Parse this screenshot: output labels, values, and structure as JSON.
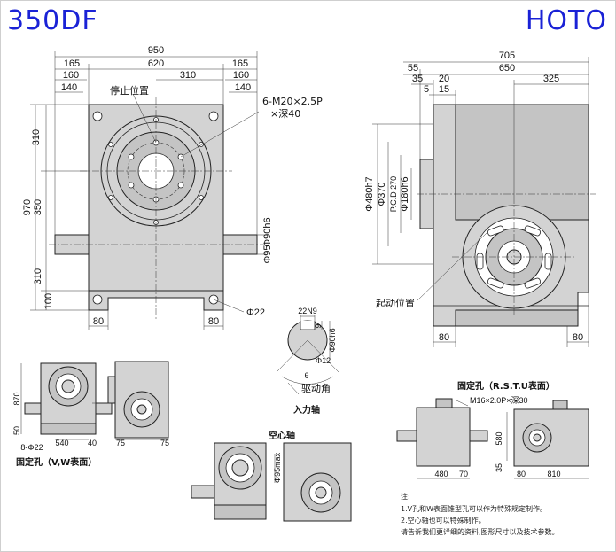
{
  "header": {
    "model": "350DF",
    "brand": "HOTO"
  },
  "front_view": {
    "dims_top": [
      "950",
      "165",
      "620",
      "165",
      "160",
      "310",
      "160",
      "140",
      "140"
    ],
    "dims_left": [
      "310",
      "970",
      "350",
      "310",
      "100"
    ],
    "dims_bottom": [
      "80",
      "80"
    ],
    "labels": {
      "stop_position": "停止位置",
      "tap": "6-M20×2.5P",
      "tap_depth": "×深40",
      "shaft_dia": "Φ90h6",
      "flange_dia": "Φ95",
      "hole_dia": "Φ22"
    }
  },
  "side_view": {
    "dims_top": [
      "705",
      "55",
      "650",
      "35",
      "20",
      "325",
      "5",
      "15"
    ],
    "dims_left": [
      "Φ480h7",
      "Φ370",
      "P.C.D 270",
      "Φ180h6"
    ],
    "dims_bottom": [
      "80",
      "80"
    ],
    "labels": {
      "start_position": "起动位置"
    }
  },
  "input_shaft": {
    "title": "入力轴",
    "dims": [
      "22N9",
      "9",
      "Φ90h6",
      "Φ12",
      "θ"
    ],
    "drive_angle": "驱动角"
  },
  "vw_mount": {
    "title": "固定孔（V,W表面）",
    "dims": [
      "870",
      "50",
      "8-Φ22",
      "540",
      "40",
      "75",
      "75"
    ]
  },
  "hollow_shaft": {
    "title": "空心轴",
    "dims": [
      "Φ95max"
    ]
  },
  "rstu_mount": {
    "title": "固定孔（R.S.T.U表面）",
    "dims": [
      "M16×2.0P×深30",
      "580",
      "35",
      "480",
      "70",
      "80",
      "810"
    ]
  },
  "notes": {
    "title": "注:",
    "lines": [
      "1.V孔和W表面锥型孔可以作为特殊规定制作。",
      "2.空心轴也可以特殊制作。",
      "请告诉我们更详细的资料,图形尺寸以及技术参数。"
    ]
  },
  "colors": {
    "title": "#1a22d6",
    "body": "#d3d3d3",
    "line": "#222222"
  }
}
